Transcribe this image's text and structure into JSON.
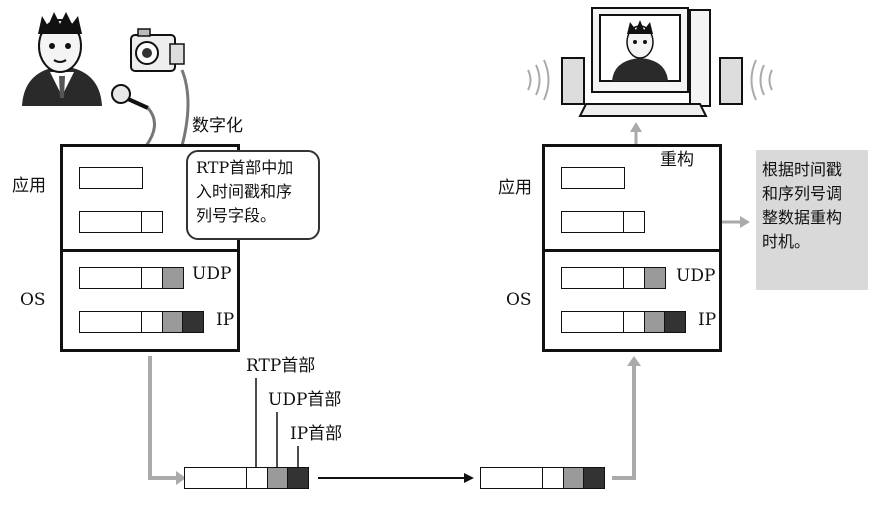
{
  "labels": {
    "digitize": "数字化",
    "reconstruct": "重构",
    "app_left": "应用",
    "app_right": "应用",
    "os_left": "OS",
    "os_right": "OS",
    "udp_left": "UDP",
    "ip_left": "IP",
    "udp_right": "UDP",
    "ip_right": "IP",
    "rtp_header": "RTP首部",
    "udp_header": "UDP首部",
    "ip_header": "IP首部"
  },
  "callout": {
    "line1": "RTP首部中加",
    "line2": "入时间戳和序",
    "line3": "列号字段。"
  },
  "note": {
    "line1": "根据时间戳",
    "line2": "和序列号调",
    "line3": "整数据重构",
    "line4": "时机。"
  }
}
